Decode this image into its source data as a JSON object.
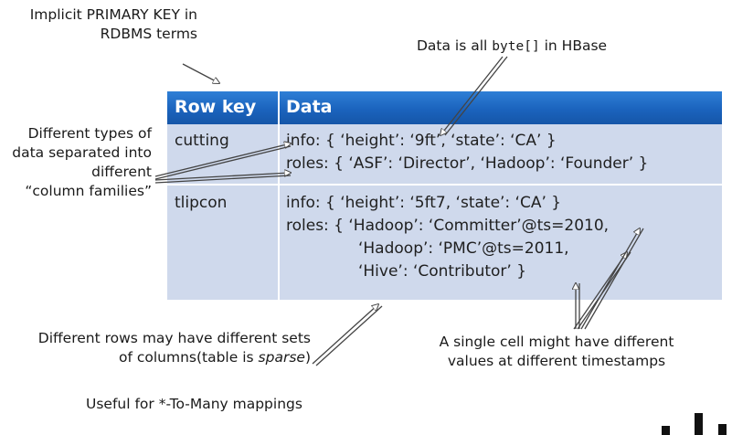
{
  "notes": {
    "primary_key": "Implicit PRIMARY KEY in\nRDBMS terms",
    "data_bytes": {
      "pre": "Data is all",
      "code": "byte[]",
      "post": "in HBase"
    },
    "column_families": "Different types of\ndata separated into\ndifferent\n“column families”",
    "sparse": {
      "line1": "Different rows may have different sets",
      "pre": "of columns(table is",
      "italic": "sparse",
      "post": ")"
    },
    "single_cell": "A single cell might have different\nvalues at different timestamps",
    "many_mappings": "Useful for *-To-Many mappings"
  },
  "table": {
    "headers": [
      "Row key",
      "Data"
    ],
    "rows": [
      {
        "key": "cutting",
        "lines": [
          "info: { ‘height’: ‘9ft’, ‘state’: ‘CA’ }",
          "roles: { ‘ASF’: ‘Director’, ‘Hadoop’: ‘Founder’ }"
        ]
      },
      {
        "key": "tlipcon",
        "lines": [
          "info: { ‘height’: ‘5ft7, ‘state’: ‘CA’ }",
          "roles: { ‘Hadoop’: ‘Committer’@ts=2010,",
          "‘Hadoop’: ‘PMC’@ts=2011,",
          "‘Hive’: ‘Contributor’ }"
        ]
      }
    ]
  },
  "colors": {
    "header": "#1b63bd",
    "table_body": "#cfd9ec",
    "arrow": "#444444"
  }
}
